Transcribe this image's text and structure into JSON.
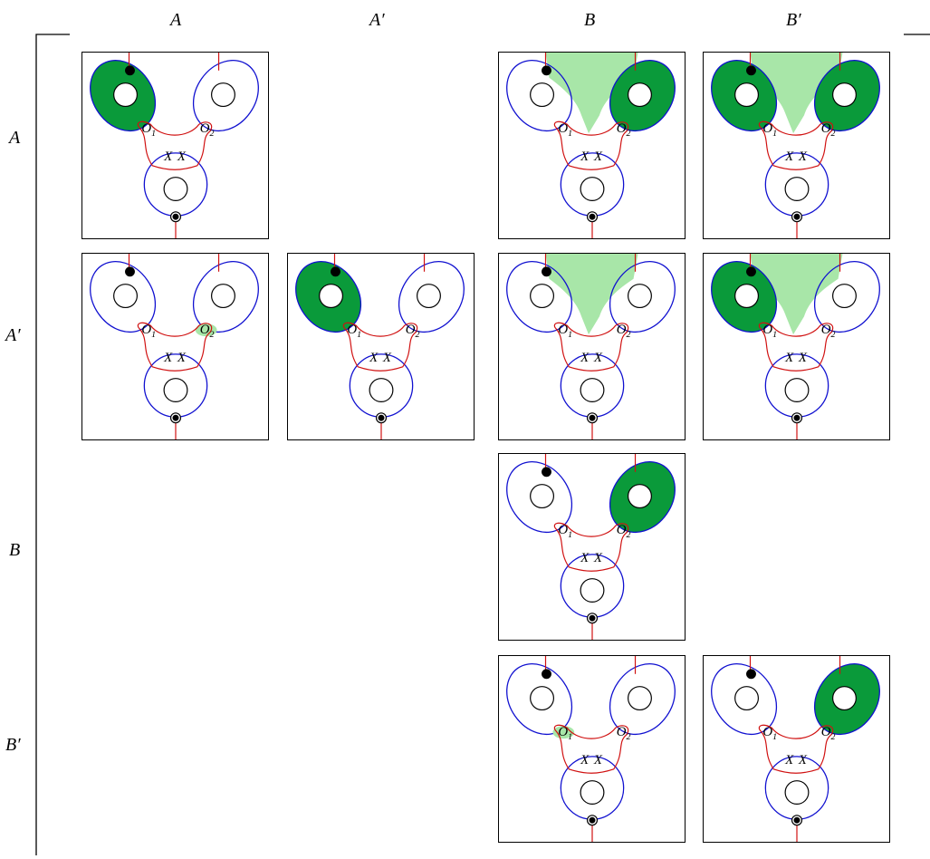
{
  "columns": [
    {
      "key": "A",
      "label": "A"
    },
    {
      "key": "A'",
      "label": "A′"
    },
    {
      "key": "B",
      "label": "B"
    },
    {
      "key": "B'",
      "label": "B′"
    }
  ],
  "rows": [
    {
      "key": "A",
      "label": "A"
    },
    {
      "key": "A'",
      "label": "A′"
    },
    {
      "key": "B",
      "label": "B"
    },
    {
      "key": "B'",
      "label": "B′"
    }
  ],
  "diagram_text": {
    "o1": "O",
    "o1_sub": "1",
    "o2": "O",
    "o2_sub": "2",
    "xx": "X X"
  },
  "colors": {
    "loop": "#1010d0",
    "line": "#d01010",
    "fill_dark": "#0a9a3a",
    "fill_light": "#a8e6a8"
  },
  "cells": [
    {
      "id": "cell-A-A",
      "row": "A",
      "col": "A",
      "leftFill": "dark",
      "rightFill": "none",
      "region": "none",
      "o1Fill": "none",
      "o2Fill": "none"
    },
    {
      "id": "cell-A-B",
      "row": "A",
      "col": "B",
      "leftFill": "none",
      "rightFill": "dark",
      "region": "light",
      "o1Fill": "none",
      "o2Fill": "none"
    },
    {
      "id": "cell-A-Bp",
      "row": "A",
      "col": "B'",
      "leftFill": "dark",
      "rightFill": "dark",
      "region": "light",
      "o1Fill": "none",
      "o2Fill": "none"
    },
    {
      "id": "cell-Ap-A",
      "row": "A'",
      "col": "A",
      "leftFill": "none",
      "rightFill": "none",
      "region": "none",
      "o1Fill": "none",
      "o2Fill": "light"
    },
    {
      "id": "cell-Ap-Ap",
      "row": "A'",
      "col": "A'",
      "leftFill": "dark",
      "rightFill": "none",
      "region": "none",
      "o1Fill": "none",
      "o2Fill": "none"
    },
    {
      "id": "cell-Ap-B",
      "row": "A'",
      "col": "B",
      "leftFill": "none",
      "rightFill": "none",
      "region": "light",
      "o1Fill": "none",
      "o2Fill": "none"
    },
    {
      "id": "cell-Ap-Bp",
      "row": "A'",
      "col": "B'",
      "leftFill": "dark",
      "rightFill": "none",
      "region": "light",
      "o1Fill": "none",
      "o2Fill": "none"
    },
    {
      "id": "cell-B-B",
      "row": "B",
      "col": "B",
      "leftFill": "none",
      "rightFill": "dark",
      "region": "none",
      "o1Fill": "none",
      "o2Fill": "none"
    },
    {
      "id": "cell-Bp-B",
      "row": "B'",
      "col": "B",
      "leftFill": "none",
      "rightFill": "none",
      "region": "none",
      "o1Fill": "light",
      "o2Fill": "none"
    },
    {
      "id": "cell-Bp-Bp",
      "row": "B'",
      "col": "B'",
      "leftFill": "none",
      "rightFill": "dark",
      "region": "none",
      "o1Fill": "none",
      "o2Fill": "none"
    }
  ]
}
